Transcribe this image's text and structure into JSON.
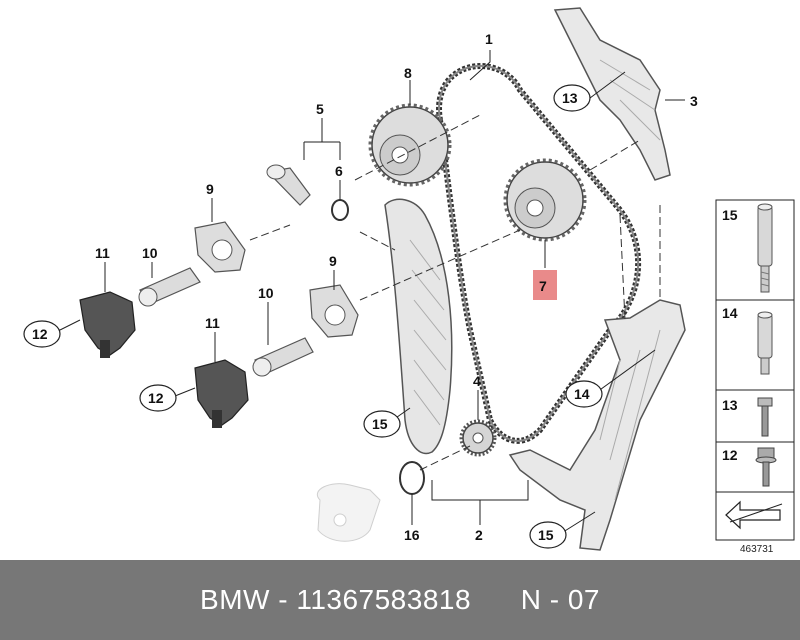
{
  "diagram": {
    "callouts": {
      "c1": "1",
      "c2": "2",
      "c3": "3",
      "c4": "4",
      "c5": "5",
      "c6": "6",
      "c7": "7",
      "c8": "8",
      "c9a": "9",
      "c9b": "9",
      "c10a": "10",
      "c10b": "10",
      "c11a": "11",
      "c11b": "11",
      "c12a": "12",
      "c12b": "12",
      "c13": "13",
      "c14": "14",
      "c15a": "15",
      "c15b": "15",
      "c16": "16"
    },
    "legend": {
      "item15": "15",
      "item14": "14",
      "item13": "13",
      "item12": "12"
    },
    "diagram_number": "463731",
    "highlight_color": "#e98a8a"
  },
  "footer": {
    "text": "BMW - 11367583818      N - 07",
    "background": "#777777"
  }
}
